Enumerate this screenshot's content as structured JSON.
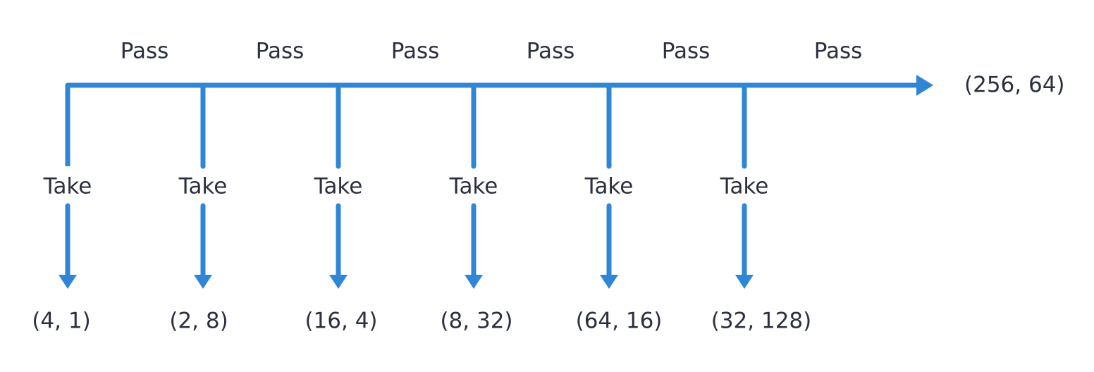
{
  "colors": {
    "arrow": "#2f86d6",
    "text": "#2b3040"
  },
  "flow_labels": [
    "Pass",
    "Pass",
    "Pass",
    "Pass",
    "Pass",
    "Pass"
  ],
  "branch_labels": [
    "Take",
    "Take",
    "Take",
    "Take",
    "Take",
    "Take"
  ],
  "outputs": [
    "(4, 1)",
    "(2, 8)",
    "(16, 4)",
    "(8, 32)",
    "(64, 16)",
    "(32, 128)"
  ],
  "final_result": "(256, 64)"
}
